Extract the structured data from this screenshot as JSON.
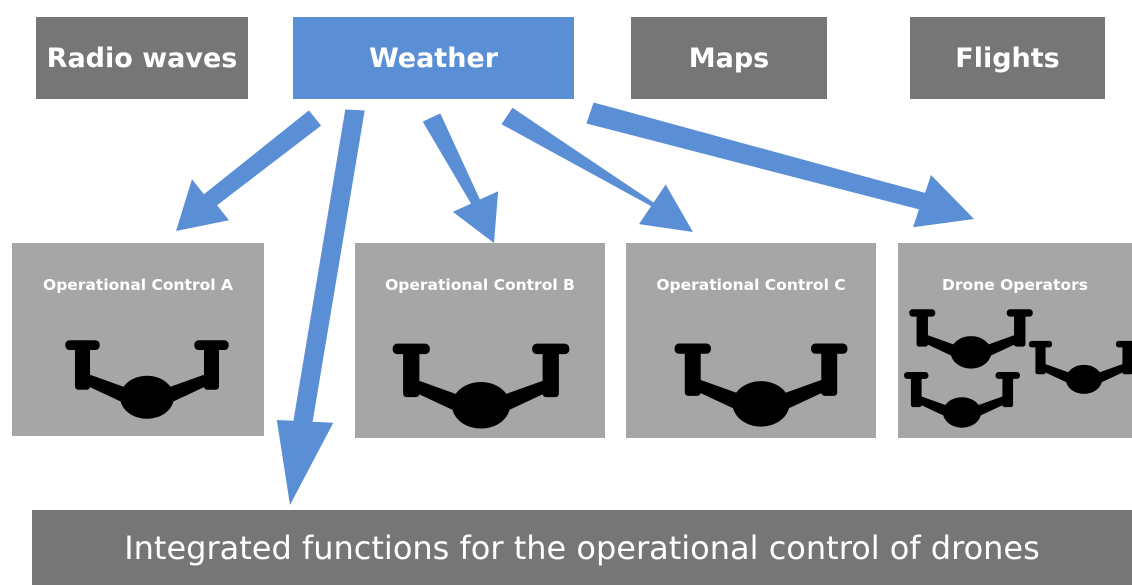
{
  "sources": [
    {
      "id": "radio",
      "label": "Radio waves",
      "color": "#767676"
    },
    {
      "id": "weather",
      "label": "Weather",
      "color": "#5a8fd6"
    },
    {
      "id": "maps",
      "label": "Maps",
      "color": "#767676"
    },
    {
      "id": "flights",
      "label": "Flights",
      "color": "#767676"
    }
  ],
  "controls": [
    {
      "id": "a",
      "label": "Operational Control A",
      "drone_count": 1
    },
    {
      "id": "b",
      "label": "Operational Control B",
      "drone_count": 1
    },
    {
      "id": "c",
      "label": "Operational Control C",
      "drone_count": 1
    },
    {
      "id": "d",
      "label": "Drone Operators",
      "drone_count": 3
    }
  ],
  "bottom": {
    "label": "Integrated functions for the operational control of drones"
  },
  "arrows": [
    {
      "from": "weather",
      "to": "operational-control-a"
    },
    {
      "from": "weather",
      "to": "integrated-functions"
    },
    {
      "from": "weather",
      "to": "operational-control-b"
    },
    {
      "from": "weather",
      "to": "operational-control-c"
    },
    {
      "from": "weather",
      "to": "drone-operators"
    }
  ],
  "colors": {
    "arrow": "#5a8fd6",
    "source_box": "#767676",
    "highlight_box": "#5a8fd6",
    "control_box": "#a6a6a6",
    "drone": "#000000"
  }
}
